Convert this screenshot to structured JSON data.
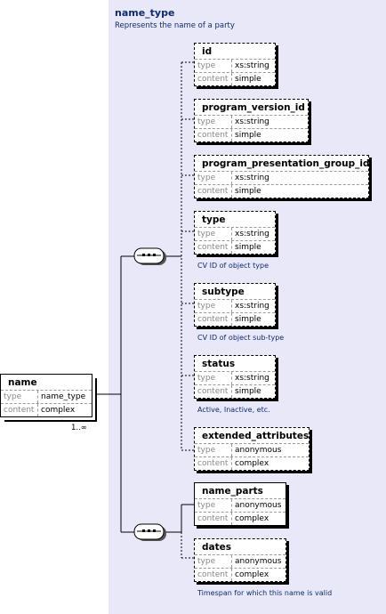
{
  "complex_type": {
    "name": "name_type",
    "description": "Represents the name of a party"
  },
  "root": {
    "name": "name",
    "type_label": "type",
    "type": "name_type",
    "content_label": "content",
    "content": "complex",
    "cardinality": "1..∞"
  },
  "elements": [
    {
      "name": "id",
      "type_label": "type",
      "type": "xs:string",
      "content_label": "content",
      "content": "simple"
    },
    {
      "name": "program_version_id",
      "type_label": "type",
      "type": "xs:string",
      "content_label": "content",
      "content": "simple"
    },
    {
      "name": "program_presentation_group_id",
      "type_label": "type",
      "type": "xs:string",
      "content_label": "content",
      "content": "simple"
    },
    {
      "name": "type",
      "type_label": "type",
      "type": "xs:string",
      "content_label": "content",
      "content": "simple",
      "description": "CV ID of object type"
    },
    {
      "name": "subtype",
      "type_label": "type",
      "type": "xs:string",
      "content_label": "content",
      "content": "simple",
      "description": "CV ID of object sub-type"
    },
    {
      "name": "status",
      "type_label": "type",
      "type": "xs:string",
      "content_label": "content",
      "content": "simple",
      "description": "Active, Inactive, etc."
    },
    {
      "name": "extended_attributes",
      "type_label": "type",
      "type": "anonymous",
      "content_label": "content",
      "content": "complex"
    },
    {
      "name": "name_parts",
      "type_label": "type",
      "type": "anonymous",
      "content_label": "content",
      "content": "complex"
    },
    {
      "name": "dates",
      "type_label": "type",
      "type": "anonymous",
      "content_label": "content",
      "content": "complex",
      "description": "Timespan for which this name is valid"
    }
  ]
}
